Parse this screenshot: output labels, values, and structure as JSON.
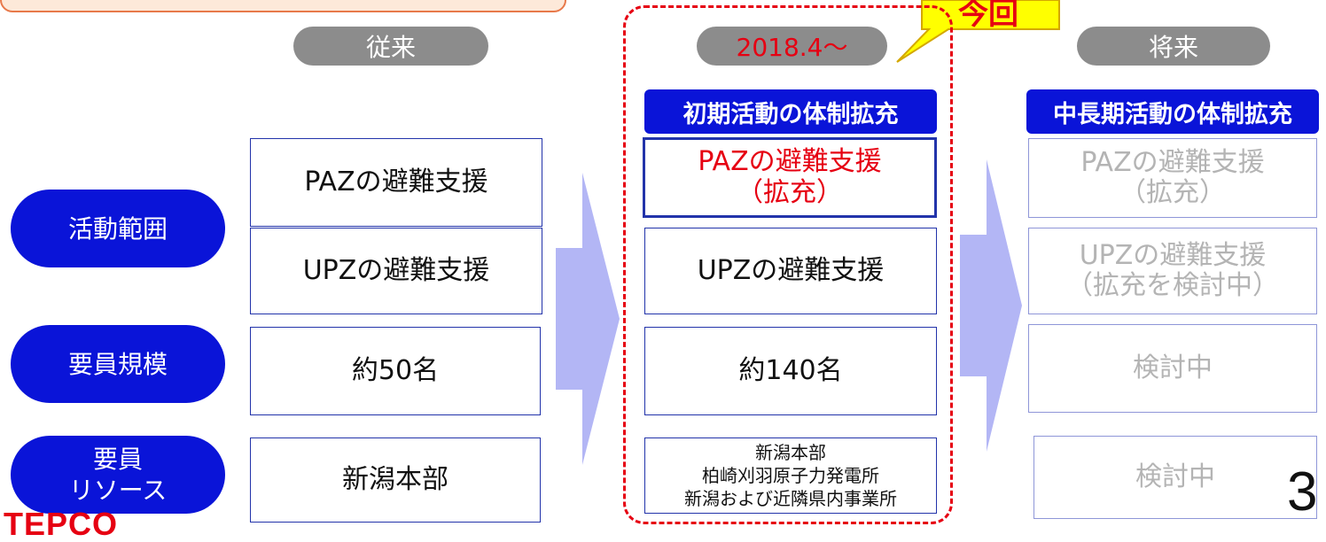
{
  "columns": {
    "current": {
      "header": "従来"
    },
    "from2018": {
      "header": "2018.4～",
      "title": "初期活動の体制拡充",
      "badge": "今回"
    },
    "future": {
      "header": "将来",
      "title": "中長期活動の体制拡充"
    }
  },
  "row_labels": {
    "scope": "活動範囲",
    "staff_scale": "要員規模",
    "staff_resource_line1": "要員",
    "staff_resource_line2": "リソース"
  },
  "current": {
    "paz": "PAZの避難支援",
    "upz": "UPZの避難支援",
    "scale": "約50名",
    "resource": "新潟本部"
  },
  "from2018": {
    "paz_line1": "PAZの避難支援",
    "paz_line2": "（拡充）",
    "upz": "UPZの避難支援",
    "scale": "約140名",
    "resource_lines": [
      "新潟本部",
      "柏崎刈羽原子力発電所",
      "新潟および近隣県内事業所"
    ]
  },
  "future": {
    "paz_line1": "PAZの避難支援",
    "paz_line2": "（拡充）",
    "upz_line1": "UPZの避難支援",
    "upz_line2": "（拡充を検討中）",
    "scale": "検討中",
    "resource": "検討中"
  },
  "logo": "TEPCO",
  "page_number": "3",
  "colors": {
    "pill_blue": "#0a14d8",
    "box_border": "#2233aa",
    "highlight_red": "#e60012",
    "dashed_red": "#e60012",
    "arrow": "#b3b6f5",
    "header_gray": "#8c8c8c",
    "callout_yellow": "#ffff00",
    "top_box_fill": "#fde9d9",
    "top_box_border": "#e8794a"
  }
}
